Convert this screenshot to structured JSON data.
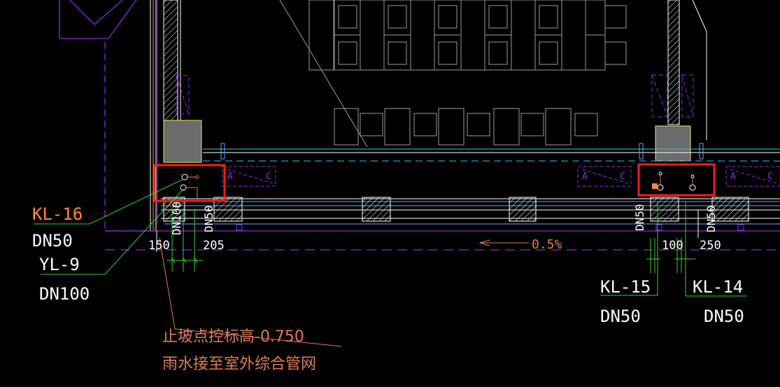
{
  "drawing": {
    "background": "#000000",
    "colors": {
      "white": "#ffffff",
      "grey": "#9a9a9a",
      "purple": "#8a2be2",
      "cyan": "#39c6e8",
      "blue": "#6fa0ff",
      "green": "#2fd52f",
      "orange": "#ff8a33",
      "red": "#ff1a1a",
      "yellow": "#f0e060",
      "salmon": "#e07b58",
      "column_fill": "#6b6b6b"
    },
    "labels": {
      "kl16": "KL-16",
      "kl16_dn": "DN50",
      "yl9": "YL-9",
      "yl9_dn": "DN100",
      "kl15": "KL-15",
      "kl15_dn": "DN50",
      "kl14": "KL-14",
      "kl14_dn": "DN50",
      "vert_dn100": "DN100",
      "vert_dn50_a": "DN50",
      "vert_dn50_b": "DN50",
      "vert_dn50_c": "DN50",
      "dim_150": "150",
      "dim_205": "205",
      "dim_100": "100",
      "dim_250": "250",
      "slope": "0.5%",
      "note_line1": "止坡点控标高-0.750",
      "note_line2": "雨水接至室外综合管网",
      "tag_a1": "A",
      "tag_c1": "C",
      "tag_a2": "A",
      "tag_c2": "C",
      "tag_a3": "A",
      "tag_c3": "C"
    }
  }
}
